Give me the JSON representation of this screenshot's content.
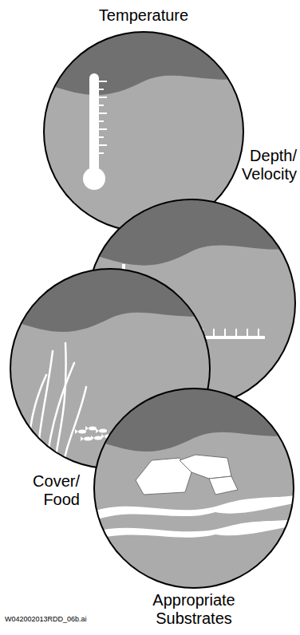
{
  "diagram": {
    "nodes": [
      {
        "text": [
          "Temperature"
        ]
      },
      {
        "text": [
          "Depth/ Velocity"
        ]
      },
      {
        "text": [
          "Cover/ Food"
        ]
      },
      {
        "text": [
          "Appropriate Substrates"
        ]
      }
    ],
    "labels": [
      "W042002013RDD_06b.ai"
    ]
  }
}
